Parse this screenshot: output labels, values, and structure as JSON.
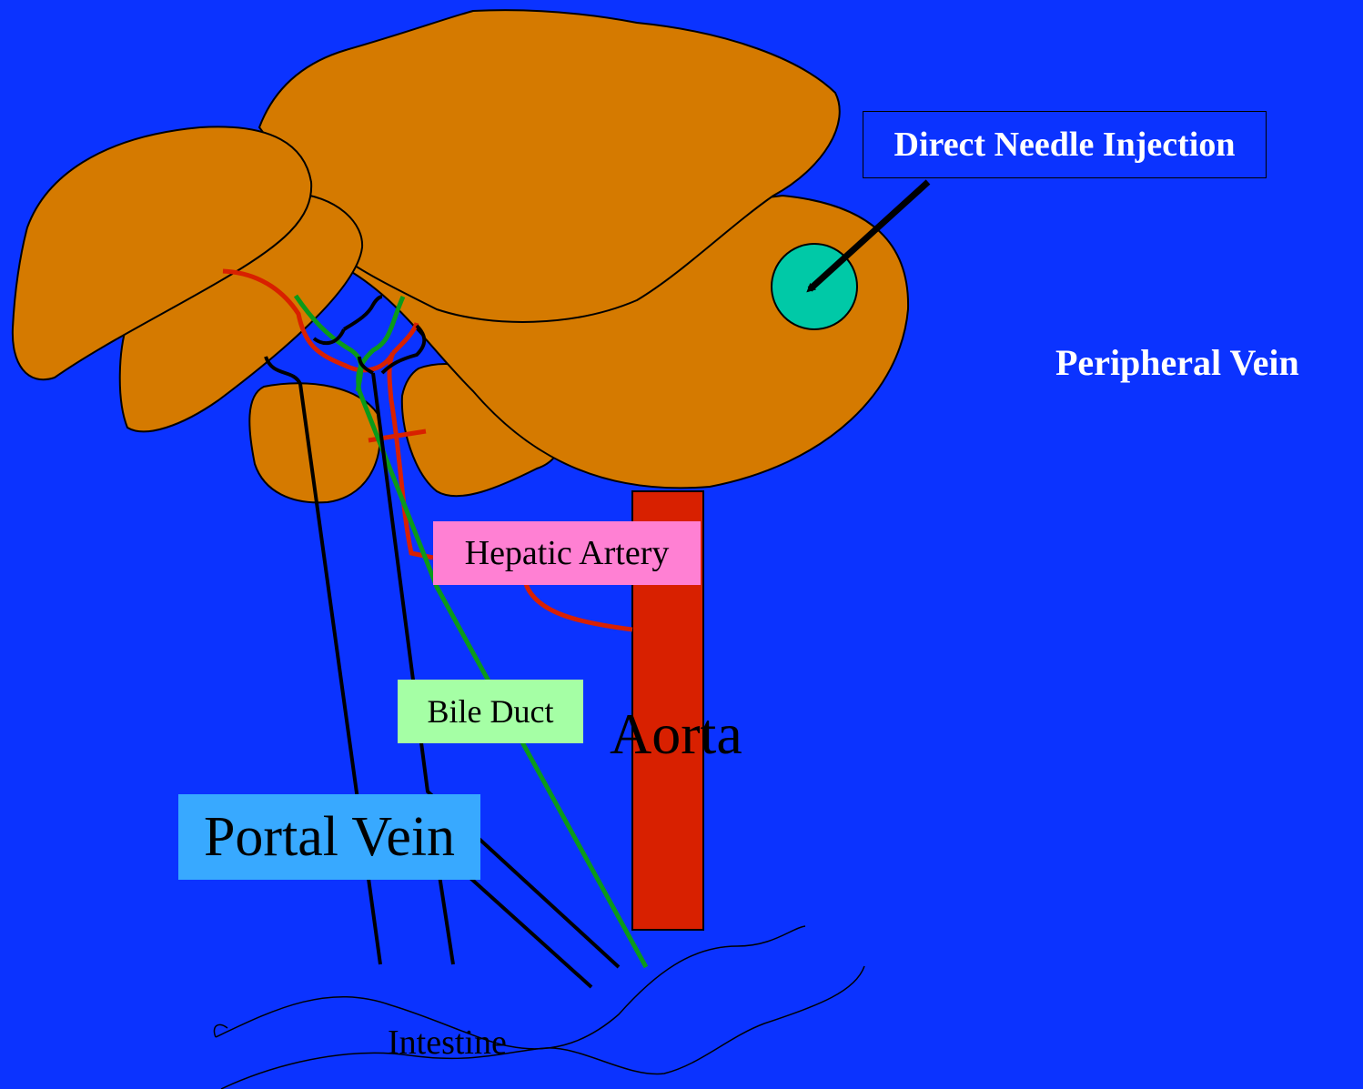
{
  "labels": {
    "direct_needle_injection": "Direct Needle Injection",
    "peripheral_vein": "Peripheral Vein",
    "hepatic_artery": "Hepatic Artery",
    "bile_duct": "Bile Duct",
    "aorta": "Aorta",
    "portal_vein": "Portal Vein",
    "intestine": "Intestine"
  },
  "colors": {
    "background": "#0b33ff",
    "liver": "#d57a00",
    "tumor": "#00c9a7",
    "aorta": "#d82000",
    "hepatic_artery": "#d82000",
    "bile_duct": "#0a9a1a",
    "portal_vein": "#000000",
    "hepatic_artery_label_bg": "#ff80d3",
    "bile_duct_label_bg": "#a5ffa5",
    "portal_vein_label_bg": "#38a9ff"
  }
}
